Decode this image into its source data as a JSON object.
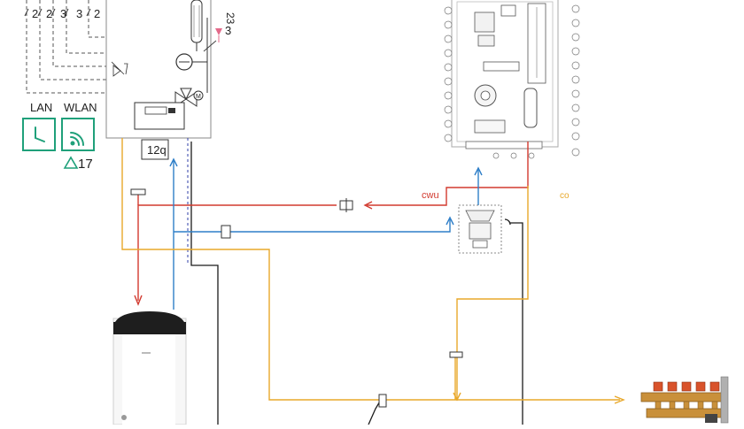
{
  "wiring": {
    "terminal_counts": [
      "2",
      "2",
      "3",
      "3",
      "2"
    ],
    "sensor_number": "23",
    "sensor_marker_number": "3"
  },
  "controller": {
    "connectivity": {
      "lan_label": "LAN",
      "wlan_label": "WLAN"
    },
    "warning_number": "17",
    "module_label": "12q"
  },
  "pipes": {
    "dhw_label": "cwu",
    "heating_label": "co"
  },
  "colors": {
    "hot_water": "#d23a2f",
    "cold_water": "#2f7fc8",
    "heating": "#e8a82a",
    "cable": "#1b1b1b",
    "accent_green": "#1fa07a",
    "valve_red": "#d9532b",
    "brass": "#c9903a"
  }
}
